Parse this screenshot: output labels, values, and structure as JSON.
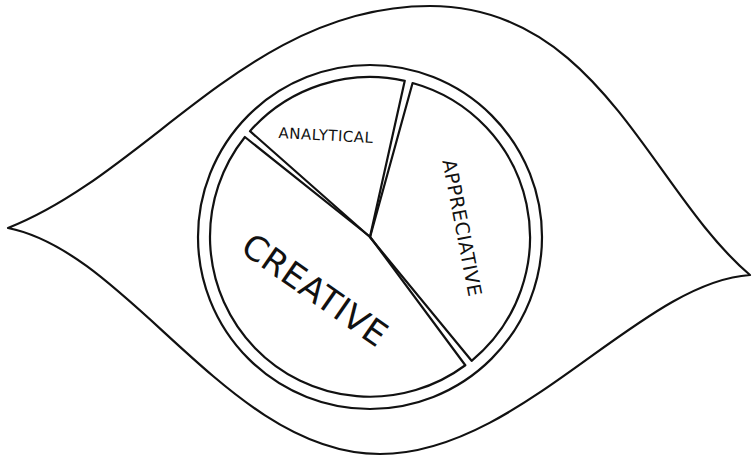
{
  "diagram": {
    "nodes": [
      {
        "text": [
          "ANALYTICAL"
        ]
      },
      {
        "text": [
          "APPRECIATIVE"
        ]
      },
      {
        "text": [
          "CREATIVE"
        ]
      }
    ]
  }
}
